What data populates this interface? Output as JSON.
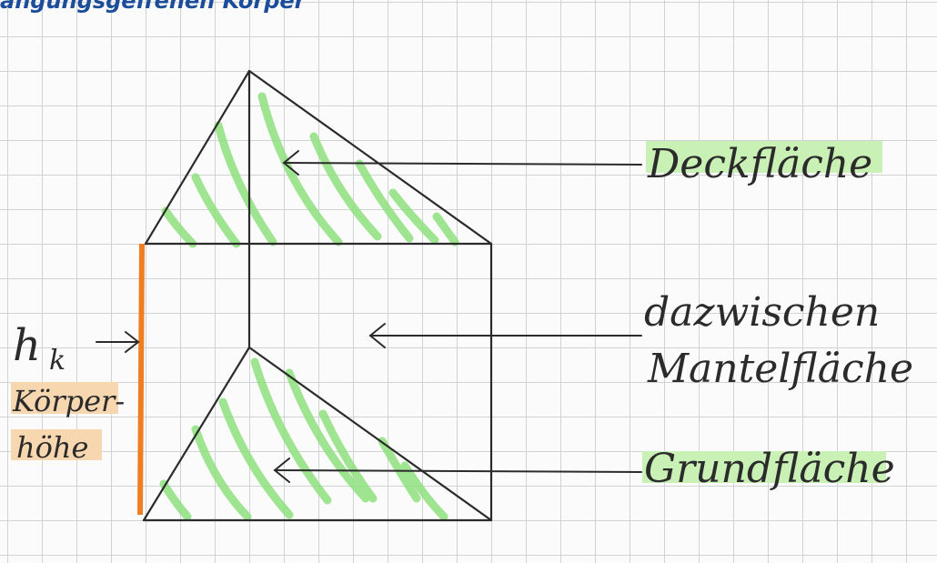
{
  "heading": "ängungsgeffenen Körper",
  "labels": {
    "top_face": "Deckfläche",
    "between": "dazwischen",
    "lateral_face": "Mantelfläche",
    "base_face": "Grundfläche",
    "height_symbol": "h",
    "height_subscript": "k",
    "height_label_line1": "Körper-",
    "height_label_line2": "höhe"
  },
  "colors": {
    "ink": "#2b2b2b",
    "hatch_green": "#8fe07e",
    "highlight_green": "#c9f0b5",
    "height_orange": "#ef7d22",
    "highlight_peach": "#f6d7b0",
    "heading_blue": "#1b4d9a"
  }
}
